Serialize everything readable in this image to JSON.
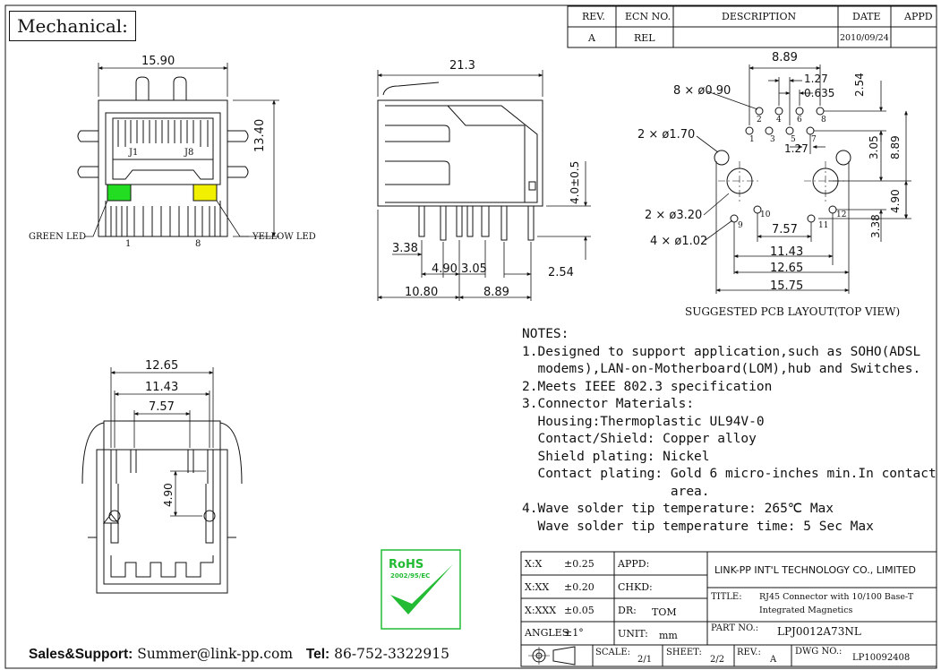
{
  "header": {
    "section_label": "Mechanical:",
    "rev_table": {
      "headers": [
        "REV.",
        "ECN NO.",
        "DESCRIPTION",
        "DATE",
        "APPD"
      ],
      "row": [
        "A",
        "REL",
        "",
        "2010/09/24",
        ""
      ]
    }
  },
  "front_view": {
    "width_dim": "15.90",
    "height_dim": "13.40",
    "labels": {
      "j1": "J1",
      "j8": "J8",
      "pin1": "1",
      "pin8": "8",
      "green_led": "GREEN LED",
      "yellow_led": "YELLOW LED"
    },
    "colors": {
      "green_led": "#22dd22",
      "yellow_led": "#f0f000"
    }
  },
  "side_view": {
    "dims": {
      "length": "21.3",
      "height": "4.0±0.5",
      "d338": "3.38",
      "d490": "4.90",
      "d305": "3.05",
      "d254": "2.54",
      "d1080": "10.80",
      "d889": "8.89"
    }
  },
  "pcb_layout": {
    "dims": {
      "top_width": "8.89",
      "pitch_127": "1.27",
      "pitch_0635": "0.635",
      "holes_8": "8 × ø0.90",
      "right_254": "2.54",
      "holes_2_170": "2 × ø1.70",
      "right_305": "3.05",
      "right_889": "8.89",
      "inner_127": "1.27",
      "right_490": "4.90",
      "holes_2_320": "2 × ø3.20",
      "right_338": "3.38",
      "holes_4_102": "4 × ø1.02",
      "w757": "7.57",
      "w1143": "11.43",
      "w1265": "12.65",
      "w1575": "15.75"
    },
    "pin_labels": [
      "2",
      "4",
      "6",
      "8",
      "1",
      "3",
      "5",
      "7",
      "9",
      "10",
      "11",
      "12"
    ],
    "caption": "SUGGESTED PCB LAYOUT(TOP VIEW)"
  },
  "bottom_view": {
    "dims": {
      "w1265": "12.65",
      "w1143": "11.43",
      "w757": "7.57",
      "h490": "4.90"
    }
  },
  "notes": {
    "title": "NOTES:",
    "lines": [
      "1.Designed to support application,such as SOHO(ADSL",
      "  modems),LAN-on-Motherboard(LOM),hub and Switches.",
      "2.Meets IEEE 802.3 specification",
      "3.Connector Materials:",
      "  Housing:Thermoplastic UL94V-0",
      "  Contact/Shield: Copper alloy",
      "  Shield plating: Nickel",
      "  Contact plating: Gold 6 micro-inches min.In contact",
      "                   area.",
      "4.Wave solder tip temperature: 265℃ Max",
      "  Wave solder tip temperature time: 5 Sec Max"
    ]
  },
  "rohs": {
    "title": "RoHS",
    "subtitle": "2002/95/EC",
    "color": "#22bb33"
  },
  "title_block": {
    "tol_xx_label": "X:X",
    "tol_xx": "±0.25",
    "tol_xxx_label": "X:XX",
    "tol_xxx": "±0.20",
    "tol_xxxx_label": "X:XXX",
    "tol_xxxx": "±0.05",
    "angles_label": "ANGLES",
    "angles": "±1°",
    "appd_label": "APPD:",
    "chkd_label": "CHKD:",
    "dr_label": "DR:",
    "dr_value": "TOM",
    "unit_label": "UNIT:",
    "unit_value": "mm",
    "company": "LINK-PP INT'L TECHNOLOGY CO., LIMITED",
    "title_label": "TITLE:",
    "title_line1": "RJ45 Connector with 10/100 Base-T",
    "title_line2": "Integrated Magnetics",
    "part_label": "PART NO.:",
    "part_no": "LPJ0012A73NL",
    "scale_label": "SCALE:",
    "scale_value": "2/1",
    "sheet_label": "SHEET:",
    "sheet_value": "2/2",
    "rev_label": "REV.:",
    "rev_value": "A",
    "dwg_label": "DWG NO.:",
    "dwg_no": "LP10092408"
  },
  "footer": {
    "sales_label": "Sales&Support:",
    "email": "Summer@link-pp.com",
    "tel_label": "Tel:",
    "tel": "86-752-3322915"
  }
}
